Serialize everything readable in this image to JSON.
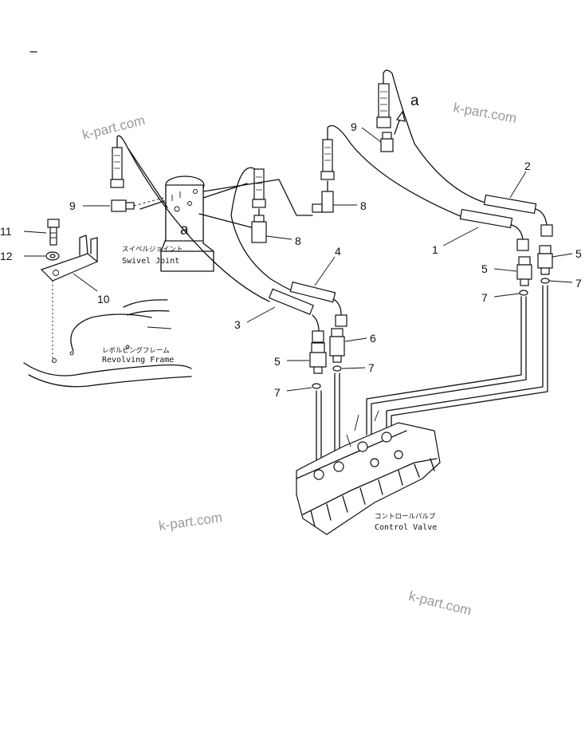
{
  "watermark": "k-part.com",
  "view_letter": "a",
  "labels": {
    "swivel_joint_jp": "スイベルジョイント",
    "swivel_joint_en": "Swivel Joint",
    "revolving_frame_jp": "レボルビングフレーム",
    "revolving_frame_en": "Revolving Frame",
    "control_valve_jp": "コントロールバルブ",
    "control_valve_en": "Control Valve"
  },
  "callouts": {
    "p1": "1",
    "p2": "2",
    "p3": "3",
    "p4": "4",
    "p5": "5",
    "p6": "6",
    "p7": "7",
    "p8": "8",
    "p9": "9",
    "p10": "10",
    "p11": "11",
    "p12": "12"
  }
}
